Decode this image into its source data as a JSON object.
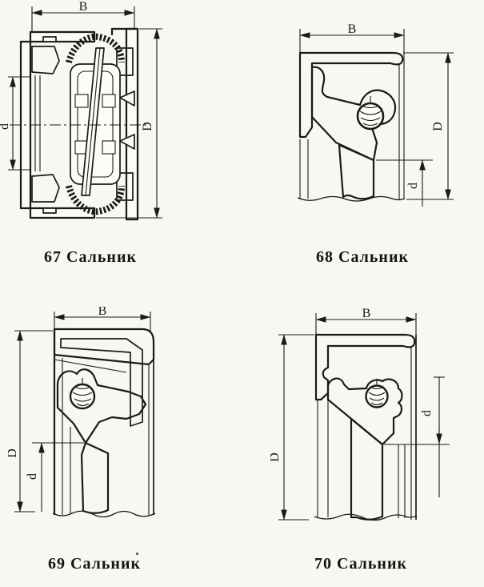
{
  "page": {
    "background_color": "#f6f9f1",
    "line_color": "#1a1a1a",
    "description_labels": {
      "width": "B",
      "outer_diameter": "D",
      "inner_diameter": "d"
    }
  },
  "figures": [
    {
      "number": "67",
      "name": "Сальник",
      "caption": "67 Сальник",
      "dim_width": "B",
      "dim_outer": "D",
      "dim_inner": "d"
    },
    {
      "number": "68",
      "name": "Сальник",
      "caption": "68 Сальник",
      "dim_width": "B",
      "dim_outer": "D",
      "dim_inner": "d"
    },
    {
      "number": "69",
      "name": "Сальник",
      "caption": "69 Сальник",
      "dim_width": "B",
      "dim_outer": "D",
      "dim_inner": "d"
    },
    {
      "number": "70",
      "name": "Сальник",
      "caption": "70 Сальник",
      "dim_width": "B",
      "dim_outer": "D",
      "dim_inner": "d"
    }
  ]
}
